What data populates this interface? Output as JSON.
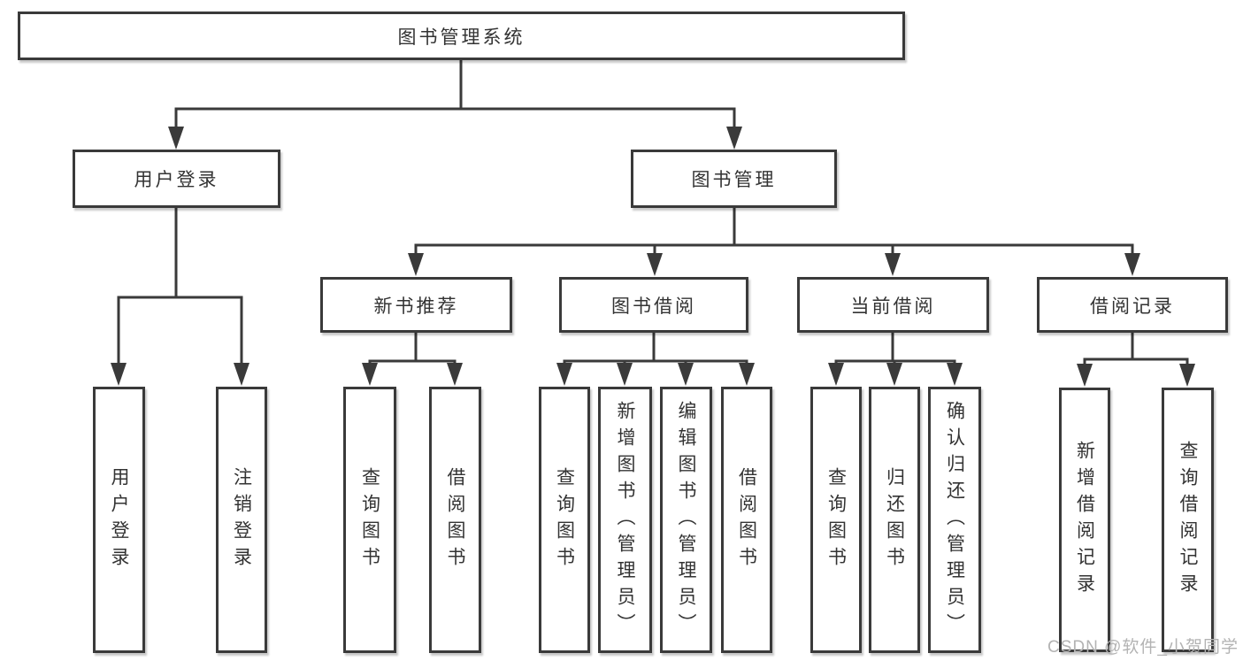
{
  "diagram": {
    "root": {
      "label": "图书管理系统"
    },
    "level2": [
      {
        "id": "user-login",
        "label": "用户登录"
      },
      {
        "id": "book-management",
        "label": "图书管理"
      }
    ],
    "level3": [
      {
        "id": "new-book-recommend",
        "label": "新书推荐",
        "parent": "图书管理"
      },
      {
        "id": "book-borrowing",
        "label": "图书借阅",
        "parent": "图书管理"
      },
      {
        "id": "current-borrowing",
        "label": "当前借阅",
        "parent": "图书管理"
      },
      {
        "id": "borrowing-records",
        "label": "借阅记录",
        "parent": "图书管理"
      }
    ],
    "leaves": [
      {
        "id": "leaf-user-login",
        "label": "用户登录",
        "parent": "用户登录"
      },
      {
        "id": "leaf-logout",
        "label": "注销登录",
        "parent": "用户登录"
      },
      {
        "id": "leaf-query-books-rec",
        "label": "查询图书",
        "parent": "新书推荐"
      },
      {
        "id": "leaf-borrow-books-rec",
        "label": "借阅图书",
        "parent": "新书推荐"
      },
      {
        "id": "leaf-query-books-borrow",
        "label": "查询图书",
        "parent": "图书借阅"
      },
      {
        "id": "leaf-add-books-admin",
        "label": "新增图书（管理员）",
        "parent": "图书借阅"
      },
      {
        "id": "leaf-edit-books-admin",
        "label": "编辑图书（管理员）",
        "parent": "图书借阅"
      },
      {
        "id": "leaf-borrow-books-borrow",
        "label": "借阅图书",
        "parent": "图书借阅"
      },
      {
        "id": "leaf-query-books-current",
        "label": "查询图书",
        "parent": "当前借阅"
      },
      {
        "id": "leaf-return-books",
        "label": "归还图书",
        "parent": "当前借阅"
      },
      {
        "id": "leaf-confirm-return-admin",
        "label": "确认归还（管理员）",
        "parent": "当前借阅"
      },
      {
        "id": "leaf-add-borrow-record",
        "label": "新增借阅记录",
        "parent": "借阅记录"
      },
      {
        "id": "leaf-query-borrow-record",
        "label": "查询借阅记录",
        "parent": "借阅记录"
      }
    ],
    "colors": {
      "line": "#3a3a3a",
      "text": "#333333",
      "background": "#ffffff",
      "watermark": "#b3b3b3"
    },
    "watermark": "CSDN @软件_小贺同学"
  }
}
